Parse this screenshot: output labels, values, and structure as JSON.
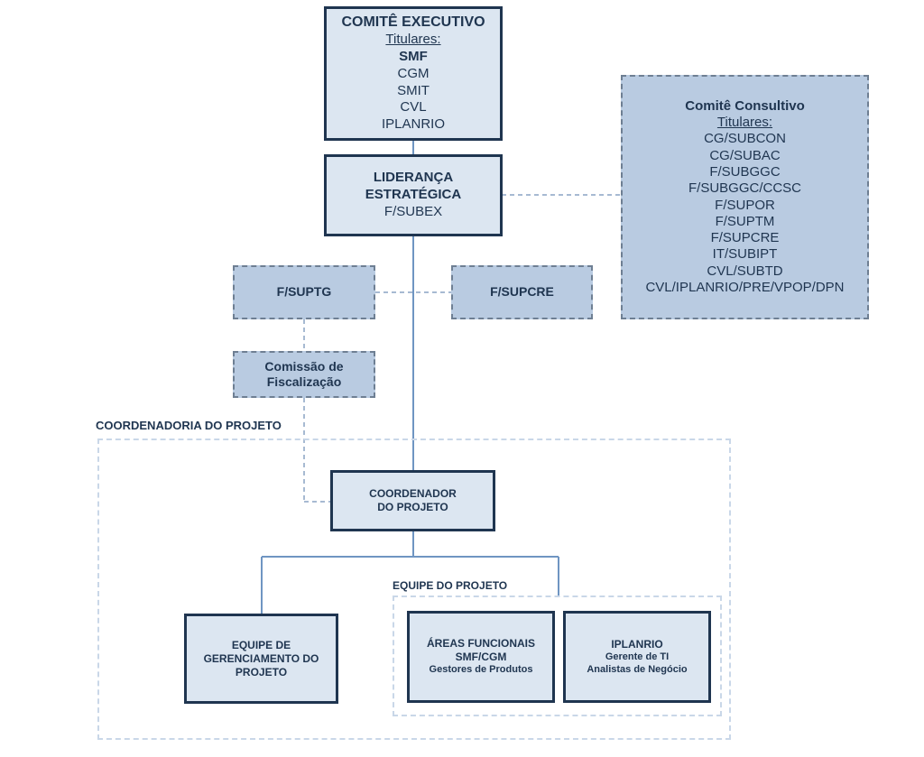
{
  "comite_executivo": {
    "title": "COMITÊ EXECUTIVO",
    "subtitle": "Titulares:",
    "items": [
      "SMF",
      "CGM",
      "SMIT",
      "CVL",
      "IPLANRIO"
    ]
  },
  "lideranca": {
    "line1": "LIDERANÇA",
    "line2": "ESTRATÉGICA",
    "line3": "F/SUBEX"
  },
  "comite_consultivo": {
    "title": "Comitê Consultivo",
    "subtitle": "Titulares:",
    "items": [
      "CG/SUBCON",
      "CG/SUBAC",
      "F/SUBGGC",
      "F/SUBGGC/CCSC",
      "F/SUPOR",
      "F/SUPTM",
      "F/SUPCRE",
      "IT/SUBIPT",
      "CVL/SUBTD",
      "CVL/IPLANRIO/PRE/VPOP/DPN"
    ]
  },
  "suptg": {
    "label": "F/SUPTG"
  },
  "supcre": {
    "label": "F/SUPCRE"
  },
  "comissao": {
    "line1": "Comissão de",
    "line2": "Fiscalização"
  },
  "coordenadoria": {
    "label": "COORDENADORIA DO PROJETO"
  },
  "coordenador": {
    "line1": "COORDENADOR",
    "line2": "DO PROJETO"
  },
  "equipe_gerenciamento": {
    "line1": "EQUIPE DE",
    "line2": "GERENCIAMENTO DO",
    "line3": "PROJETO"
  },
  "equipe_projeto": {
    "label": "EQUIPE DO PROJETO"
  },
  "areas_funcionais": {
    "line1": "ÁREAS FUNCIONAIS",
    "line2": "SMF/CGM",
    "line3": "Gestores de Produtos"
  },
  "iplanrio": {
    "line1": "IPLANRIO",
    "line2": "Gerente de TI",
    "line3": "Analistas de Negócio"
  }
}
